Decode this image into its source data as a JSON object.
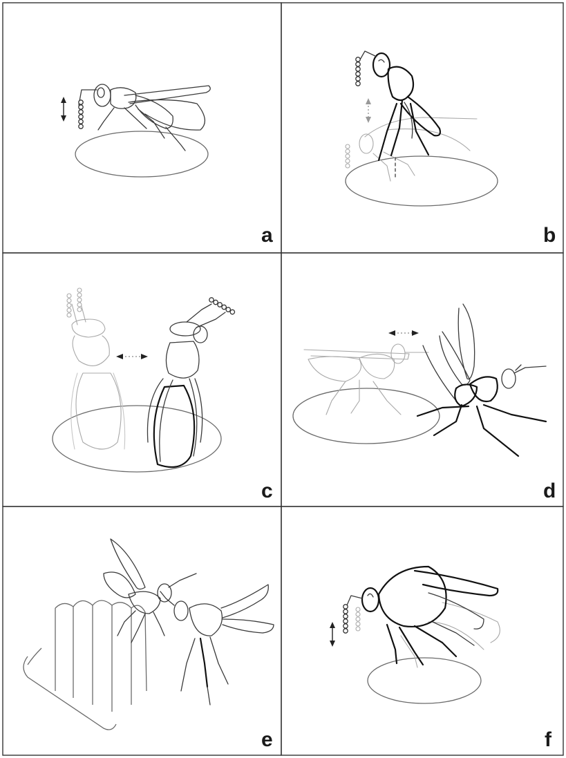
{
  "panels": [
    {
      "id": "a",
      "letter": "a"
    },
    {
      "id": "b",
      "letter": "b"
    },
    {
      "id": "c",
      "letter": "c"
    },
    {
      "id": "d",
      "letter": "d"
    },
    {
      "id": "e",
      "letter": "e"
    },
    {
      "id": "f",
      "letter": "f"
    }
  ],
  "colors": {
    "ink": "#111111",
    "ghost": "#a8a8a8",
    "frame": "#333333",
    "background": "#ffffff"
  }
}
